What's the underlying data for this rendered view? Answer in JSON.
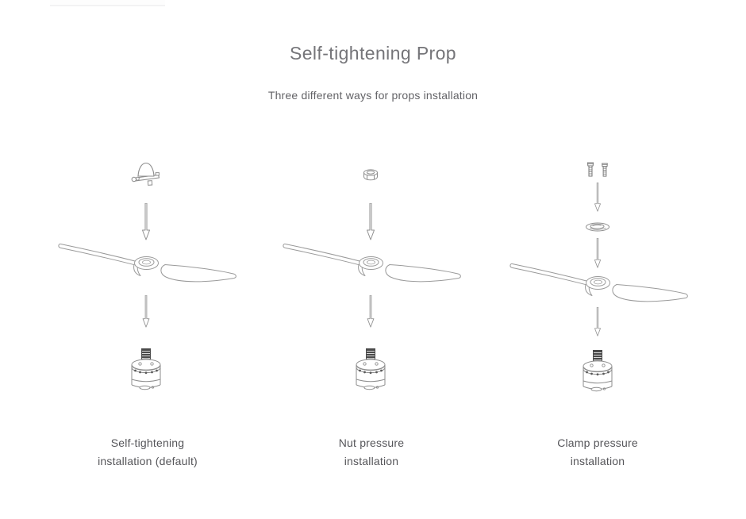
{
  "header": {
    "title": "Self-tightening Prop",
    "subtitle": "Three different ways for props installation"
  },
  "diagram": {
    "columns": [
      {
        "id": "self-tightening",
        "caption_line1": "Self-tightening",
        "caption_line2": "installation (default)",
        "parts": [
          "prop-cap-icon",
          "arrow-down-icon",
          "propeller-icon",
          "arrow-down-icon",
          "motor-icon"
        ]
      },
      {
        "id": "nut-pressure",
        "caption_line1": "Nut pressure",
        "caption_line2": "installation",
        "parts": [
          "nut-icon",
          "arrow-down-icon",
          "propeller-icon",
          "arrow-down-icon",
          "motor-icon"
        ]
      },
      {
        "id": "clamp-pressure",
        "caption_line1": "Clamp pressure",
        "caption_line2": "installation",
        "parts": [
          "screw-icon",
          "screw-icon",
          "arrow-down-icon",
          "washer-icon",
          "arrow-down-icon",
          "propeller-icon",
          "arrow-down-icon",
          "motor-icon"
        ]
      }
    ]
  },
  "colors": {
    "background": "#ffffff",
    "title_text": "#757579",
    "subtitle_text": "#636367",
    "caption_text": "#56565a",
    "line_art": "#8e8e8e",
    "shaft_fill": "#4a4a4a"
  }
}
